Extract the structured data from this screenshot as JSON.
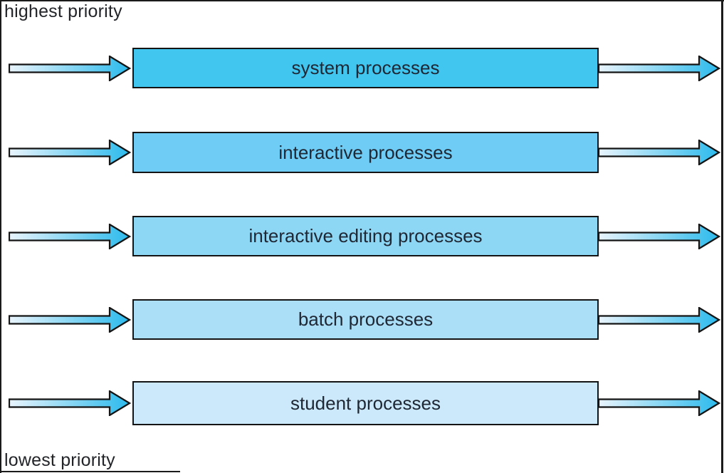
{
  "figure": {
    "top_label": "highest priority",
    "bottom_label": "lowest priority"
  },
  "queues": [
    {
      "label": "system processes",
      "color": "#41c6f0"
    },
    {
      "label": "interactive processes",
      "color": "#6eccf5"
    },
    {
      "label": "interactive editing processes",
      "color": "#8ed7f4"
    },
    {
      "label": "batch processes",
      "color": "#abdef7"
    },
    {
      "label": "student processes",
      "color": "#cbe9fa"
    }
  ],
  "arrow": {
    "gradient_start": "#e9f4fc",
    "gradient_end": "#2cbaec",
    "outline": "#141414"
  },
  "colors": {
    "background": "#ffffff",
    "frame": "#1a1a1a",
    "text": "#1e2733"
  }
}
